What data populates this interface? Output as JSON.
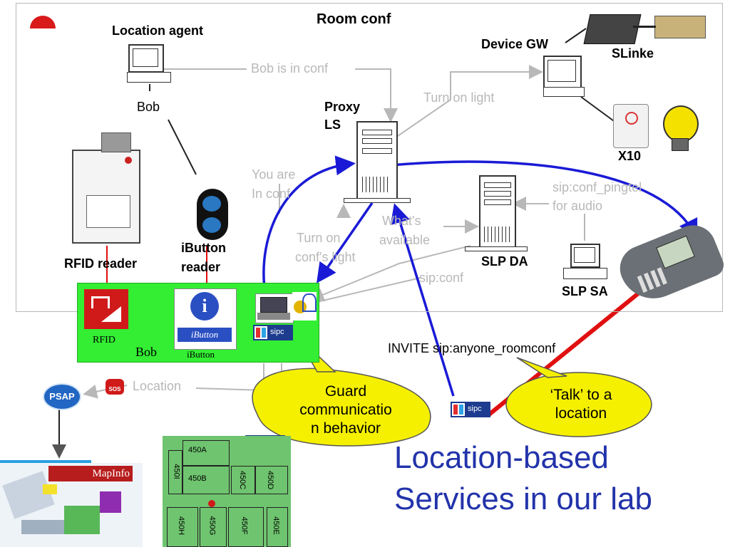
{
  "slide": {
    "title_line1": "Location-based",
    "title_line2": "Services in our lab"
  },
  "room": {
    "label": "Room conf"
  },
  "nodes": {
    "location_agent": "Location agent",
    "bob": "Bob",
    "rfid_reader": "RFID reader",
    "ibutton_reader_1": "iButton",
    "ibutton_reader_2": "reader",
    "proxy_1": "Proxy",
    "proxy_2": "LS",
    "device_gw": "Device GW",
    "slinke": "SLinke",
    "x10": "X10",
    "slp_da": "SLP DA",
    "slp_sa": "SLP SA",
    "psap": "PSAP",
    "mapinfo": "MapInfo"
  },
  "messages": {
    "bob_in_conf": "Bob is in conf",
    "turn_on_light": "Turn on light",
    "you_are_1": "You are",
    "you_are_2": "In conf",
    "turn_on_conf_1": "Turn on",
    "turn_on_conf_2": "conf's light",
    "whats_1": "What's",
    "whats_2": "available",
    "sip_conf": "sip:conf",
    "sip_conf_pingtel_1": "sip:conf_pingtel",
    "sip_conf_pingtel_2": "for audio",
    "invite": "INVITE sip:anyone_roomconf",
    "location": "Location"
  },
  "client_box": {
    "rfid_icon_label": "RFID",
    "bob": "Bob",
    "ibutton_icon_label": "iButton",
    "ibutton_logo": "iButton",
    "sipc": "sipc"
  },
  "callouts": {
    "guard_1": "Guard",
    "guard_2": "communicatio",
    "guard_3": "n behavior",
    "talk_1": "‘Talk’ to a",
    "talk_2": "location"
  },
  "floorplan": {
    "rooms": [
      "450A",
      "450I",
      "450B",
      "450C",
      "450D",
      "450H",
      "450G",
      "450F",
      "450E"
    ]
  },
  "icons": {
    "sipc_badge": "sipc",
    "sos": "SOS"
  },
  "colors": {
    "blue_arrow": "#1a1ad6",
    "gray_arrow": "#b8b8b8",
    "green_box": "#33ee33",
    "red_line": "#e01010",
    "bubble": "#f5f000",
    "title": "#2233aa"
  }
}
